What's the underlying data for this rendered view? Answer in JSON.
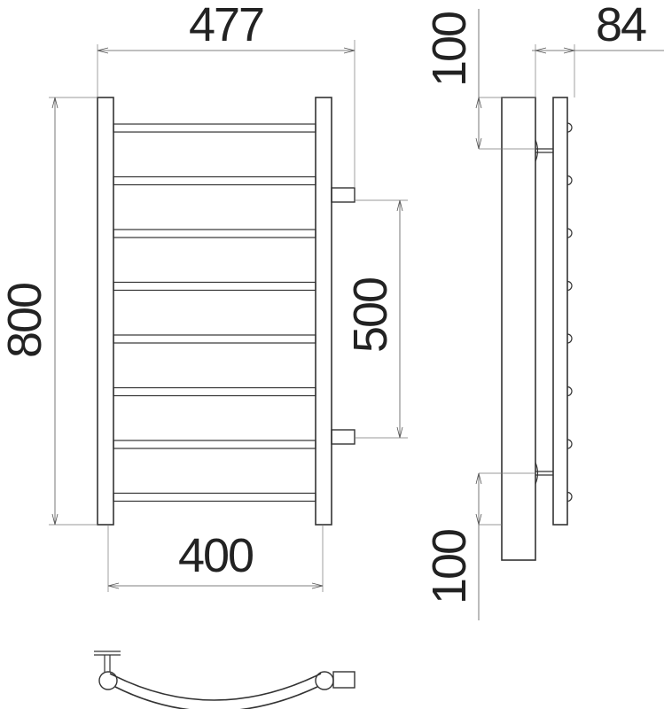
{
  "drawing": {
    "dimensions": {
      "overall_width": "477",
      "overall_height": "800",
      "connection_distance": "500",
      "bar_width": "400",
      "depth": "84",
      "top_offset": "100",
      "bottom_offset": "100"
    },
    "crossbar_count": 8,
    "colors": {
      "line": "#333333",
      "text": "#222222",
      "background": "#ffffff"
    }
  }
}
